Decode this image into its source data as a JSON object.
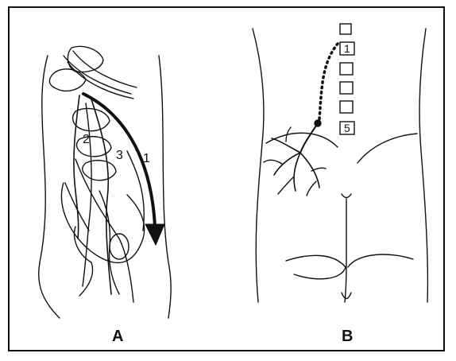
{
  "panels": {
    "a": {
      "label": "A",
      "pathway_numbers": [
        "1",
        "2",
        "3"
      ]
    },
    "b": {
      "label": "B",
      "vertebra_labels": [
        "1",
        "5"
      ]
    }
  },
  "colors": {
    "ink": "#111111",
    "background": "#ffffff"
  }
}
